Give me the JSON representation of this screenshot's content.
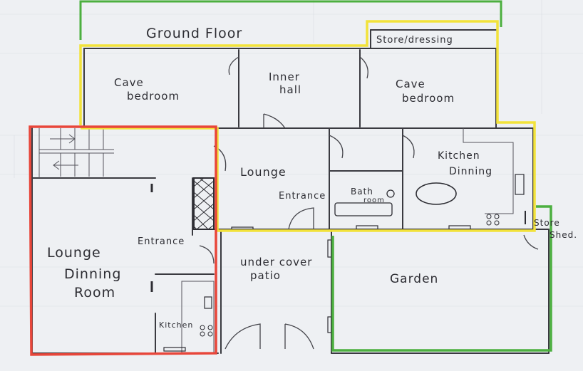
{
  "title": "Ground Floor",
  "rooms": {
    "store_dressing": "Store/dressing",
    "cave_bedroom_left_line1": "Cave",
    "cave_bedroom_left_line2": "bedroom",
    "inner_hall_line1": "Inner",
    "inner_hall_line2": "hall",
    "cave_bedroom_right_line1": "Cave",
    "cave_bedroom_right_line2": "bedroom",
    "lounge_middle": "Lounge",
    "entrance_middle": "Entrance",
    "bathroom_line1": "Bath",
    "bathroom_line2": "room",
    "kitchen_dinning_line1": "Kitchen",
    "kitchen_dinning_line2": "Dinning",
    "store_shed_line1": "Store",
    "store_shed_line2": "Shed.",
    "entrance_left": "Entrance",
    "lounge_dinning_line1": "Lounge",
    "lounge_dinning_line2": "Dinning",
    "lounge_dinning_line3": "Room",
    "kitchen_left": "Kitchen",
    "under_cover_patio_line1": "under cover",
    "under_cover_patio_line2": "patio",
    "garden": "Garden"
  },
  "colors": {
    "green_outline": "#4caf3f",
    "yellow_outline": "#f2e23a",
    "red_outline": "#e8463a",
    "paper": "#eef0f3",
    "pencil": "#3a3a40"
  }
}
